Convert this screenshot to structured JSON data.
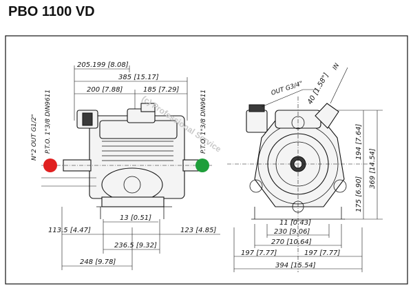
{
  "title": "PBO 1100 VD",
  "labels": {
    "out_left": "N°2 OUT G1/2\"",
    "pto_left": "P.T.O. 1\"3/8 DIN9611",
    "pto_right": "P.T.O. 1\"3/8 DIN9611",
    "out_right": "OUT G3/4\"",
    "in": "IN"
  },
  "watermark": "(c) Professional Service",
  "dimensions": {
    "d205": "205.199 [8.08]",
    "d385": "385 [15.17]",
    "d200": "200 [7.88]",
    "d185": "185 [7.29]",
    "d13": "13 [0.51]",
    "d113": "113.5 [4.47]",
    "d123": "123 [4.85]",
    "d236": "236.5 [9.32]",
    "d248": "248 [9.78]",
    "d40": "40 [1.58\"]",
    "d194": "194 [7.64]",
    "d369": "369 [14.54]",
    "d175": "175 [6.90]",
    "d11": "11 [0.43]",
    "d230": "230 [9.06]",
    "d270": "270 [10.64]",
    "d197a": "197 [7.77]",
    "d197b": "197 [7.77]",
    "d394": "394 [15.54]"
  },
  "colors": {
    "red_marker": "#e02020",
    "green_marker": "#1e9e3a"
  }
}
